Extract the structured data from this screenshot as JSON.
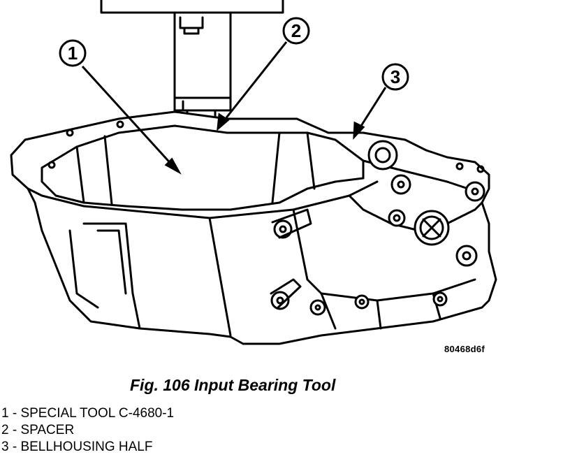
{
  "callouts": [
    {
      "number": "1",
      "label": "SPECIAL TOOL C-4680-1"
    },
    {
      "number": "2",
      "label": "SPACER"
    },
    {
      "number": "3",
      "label": "BELLHOUSING HALF"
    }
  ],
  "figure_code": "80468d6f",
  "caption": "Fig. 106 Input Bearing Tool",
  "legend": [
    "1 - SPECIAL TOOL C-4680-1",
    "2 - SPACER",
    "3 - BELLHOUSING HALF"
  ]
}
